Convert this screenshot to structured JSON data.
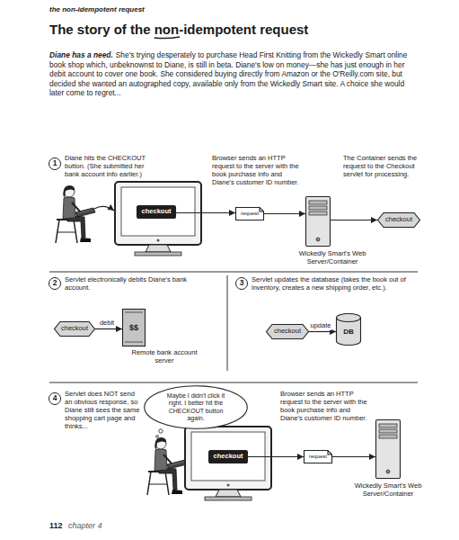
{
  "diagram": {
    "title": "The story of the non-idempotent request",
    "nodes": [
      {
        "text": [
          "checkout"
        ]
      },
      {
        "text": [
          "request"
        ]
      },
      {
        "text": [
          "Wickedly Smart's Web Server/Container"
        ]
      },
      {
        "text": [
          "checkout"
        ]
      },
      {
        "text": [
          "checkout"
        ]
      },
      {
        "text": [
          "$$",
          "Remote bank account server"
        ]
      },
      {
        "text": [
          "checkout"
        ]
      },
      {
        "text": [
          "DB"
        ]
      },
      {
        "text": [
          "Maybe I didn't click it right. I better hit the CHECKOUT button again."
        ]
      },
      {
        "text": [
          "checkout"
        ]
      },
      {
        "text": [
          "request"
        ]
      },
      {
        "text": [
          "Wickedly Smart's Web Server/Container"
        ]
      }
    ],
    "edges": [
      {
        "from": 0,
        "to": 1,
        "arrow": "to"
      },
      {
        "from": 1,
        "to": 2,
        "arrow": "to"
      },
      {
        "from": 2,
        "to": 3,
        "arrow": "to"
      },
      {
        "from": 4,
        "to": 5,
        "label": "debit",
        "arrow": "to"
      },
      {
        "from": 6,
        "to": 7,
        "label": "update",
        "arrow": "to"
      },
      {
        "from": 9,
        "to": 10,
        "arrow": "to"
      },
      {
        "from": 10,
        "to": 11,
        "arrow": "to"
      }
    ],
    "labels": [
      "the non-idempotent request",
      "Diane has a need.",
      "She's trying desperately to purchase Head First Knitting from the Wickedly Smart online book shop which, unbeknownst to Diane, is still in beta. Diane's low on money—she has just enough in her debit account to cover one book. She considered buying directly from Amazon or the O'Reilly.com site, but decided she wanted an autographed copy, available only from the Wickedly Smart site. A choice she would later come to regret...",
      "1",
      "Diane hits the CHECKOUT button. (She submitted her bank account info earlier.)",
      "Browser sends an HTTP request to the server with the book purchase info and Diane's customer ID number.",
      "The Container sends the request to the Checkout servlet for processing.",
      "2",
      "Servlet electronically debits Diane's bank account.",
      "3",
      "Servlet updates the database (takes the book out of inventory, creates a new shipping order, etc.).",
      "4",
      "Servlet does NOT send an obvious response, so Diane still sees the same shopping cart page and thinks...",
      "Browser sends an HTTP request to the server with the book purchase info and Diane's customer ID number.",
      "112",
      "chapter 4"
    ]
  }
}
